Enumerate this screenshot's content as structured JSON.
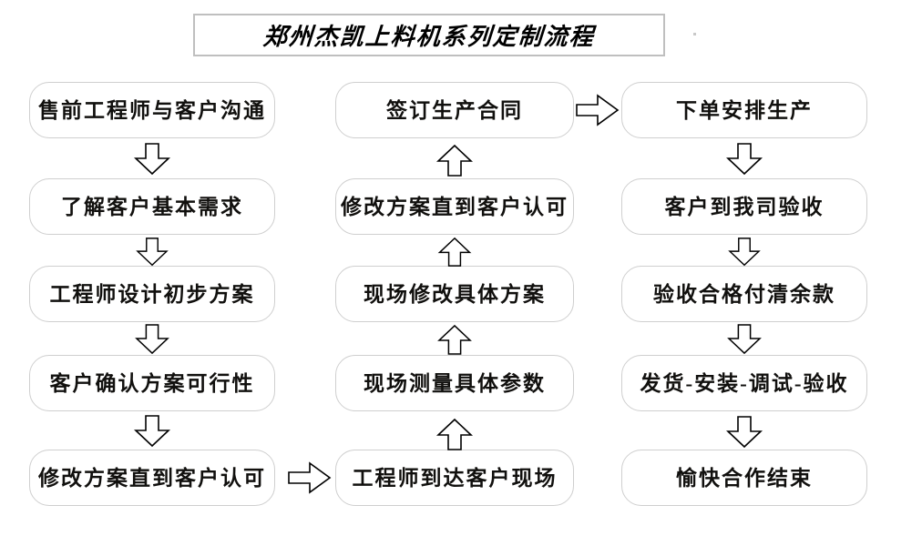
{
  "title": {
    "text": "郑州杰凯上料机系列定制流程"
  },
  "colors": {
    "box_border": "#cfcfcf",
    "title_border": "#bfbfbf",
    "text": "#11100e",
    "arrow_stroke": "#000000",
    "background": "#ffffff"
  },
  "columns": [
    {
      "name": "pre-sales-design",
      "direction": "down",
      "nodes": [
        {
          "id": "c1n1",
          "label": "售前工程师与客户沟通"
        },
        {
          "id": "c1n2",
          "label": "了解客户基本需求"
        },
        {
          "id": "c1n3",
          "label": "工程师设计初步方案"
        },
        {
          "id": "c1n4",
          "label": "客户确认方案可行性"
        },
        {
          "id": "c1n5",
          "label": "修改方案直到客户认可"
        }
      ]
    },
    {
      "name": "on-site-survey",
      "direction": "up",
      "nodes": [
        {
          "id": "c2n1",
          "label": "签订生产合同"
        },
        {
          "id": "c2n2",
          "label": "修改方案直到客户认可"
        },
        {
          "id": "c2n3",
          "label": "现场修改具体方案"
        },
        {
          "id": "c2n4",
          "label": "现场测量具体参数"
        },
        {
          "id": "c2n5",
          "label": "工程师到达客户现场"
        }
      ]
    },
    {
      "name": "production-delivery",
      "direction": "down",
      "nodes": [
        {
          "id": "c3n1",
          "label": "下单安排生产"
        },
        {
          "id": "c3n2",
          "label": "客户到我司验收"
        },
        {
          "id": "c3n3",
          "label": "验收合格付清余款"
        },
        {
          "id": "c3n4",
          "label": "发货-安装-调试-验收"
        },
        {
          "id": "c3n5",
          "label": "愉快合作结束"
        }
      ]
    }
  ],
  "connectors": [
    {
      "id": "a1",
      "name": "arrow-c1n1-to-c1n2",
      "dir": "down"
    },
    {
      "id": "a2",
      "name": "arrow-c1n2-to-c1n3",
      "dir": "down"
    },
    {
      "id": "a3",
      "name": "arrow-c1n3-to-c1n4",
      "dir": "down"
    },
    {
      "id": "a4",
      "name": "arrow-c1n4-to-c1n5",
      "dir": "down"
    },
    {
      "id": "a5",
      "name": "arrow-column1-to-column2",
      "dir": "right"
    },
    {
      "id": "a6",
      "name": "arrow-c2n5-to-c2n4",
      "dir": "up"
    },
    {
      "id": "a7",
      "name": "arrow-c2n4-to-c2n3",
      "dir": "up"
    },
    {
      "id": "a8",
      "name": "arrow-c2n3-to-c2n2",
      "dir": "up"
    },
    {
      "id": "a9",
      "name": "arrow-c2n2-to-c2n1",
      "dir": "up"
    },
    {
      "id": "a10",
      "name": "arrow-column2-to-column3",
      "dir": "right"
    },
    {
      "id": "a11",
      "name": "arrow-c3n1-to-c3n2",
      "dir": "down"
    },
    {
      "id": "a12",
      "name": "arrow-c3n2-to-c3n3",
      "dir": "down"
    },
    {
      "id": "a13",
      "name": "arrow-c3n3-to-c3n4",
      "dir": "down"
    },
    {
      "id": "a14",
      "name": "arrow-c3n4-to-c3n5",
      "dir": "down"
    }
  ]
}
